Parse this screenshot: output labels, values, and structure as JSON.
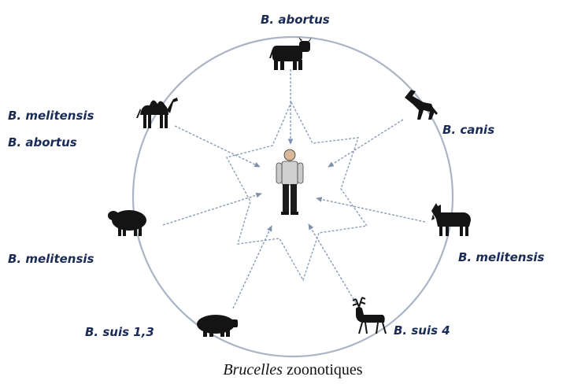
{
  "labels": {
    "top": "B. abortus",
    "upper_left_1": "B. melitensis",
    "upper_left_2": "B. abortus",
    "upper_right": "B. canis",
    "left": "B. melitensis",
    "right": "B. melitensis",
    "bottom_left": "B. suis 1,3",
    "bottom_right": "B. suis 4"
  },
  "caption": {
    "italic": "Brucelles",
    "plain": " zoonotiques"
  },
  "icons": {
    "top": "cow-icon",
    "upper_left": "camel-icon",
    "upper_right": "dog-icon",
    "left": "sheep-icon",
    "right": "goat-icon",
    "bottom_left": "pig-icon",
    "bottom_right": "reindeer-icon",
    "center": "human-icon"
  }
}
